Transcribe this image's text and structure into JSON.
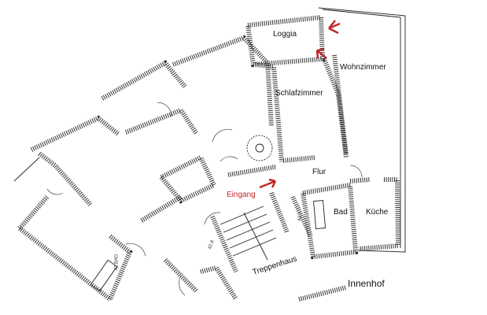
{
  "rooms": {
    "loggia": "Loggia",
    "wohnzimmer": "Wohnzimmer",
    "schlafzimmer": "Schlafzimmer",
    "flur": "Flur",
    "eingang": "Eingang",
    "bad": "Bad",
    "kueche": "Küche",
    "treppenhaus": "Treppenhaus",
    "innenhof": "Innenhof"
  },
  "small_labels": {
    "bad_left": "42.BAD",
    "stairs_a": "42.8",
    "stairs_b": "42.7"
  },
  "colors": {
    "arrow": "#c0282a",
    "eingang": "#c0282a",
    "walls": "#333333"
  }
}
